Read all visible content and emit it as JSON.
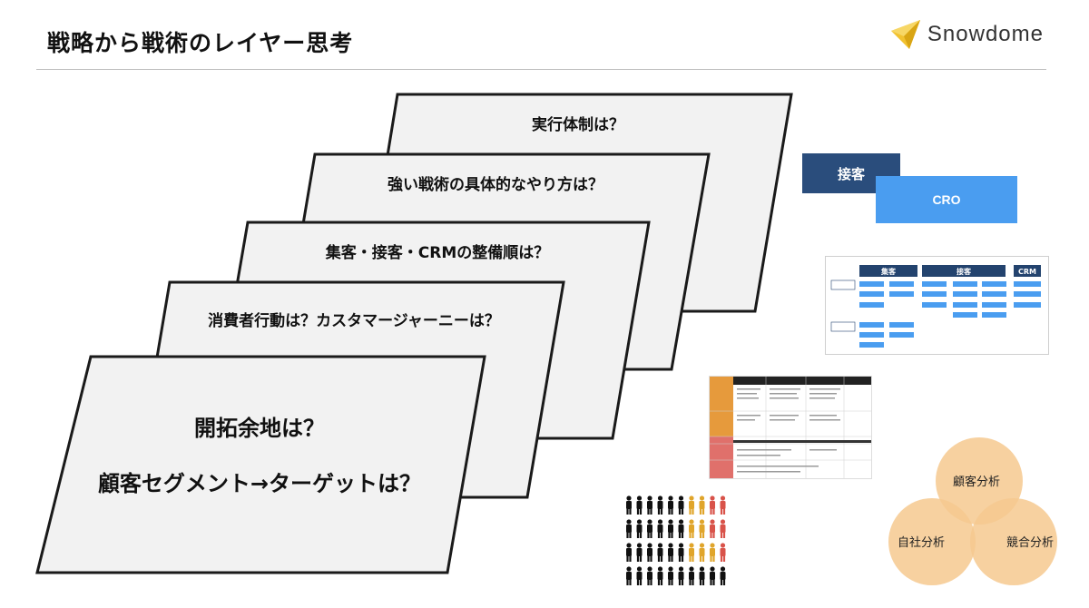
{
  "header": {
    "title": "戦略から戦術のレイヤー思考",
    "brand": "Snowdome"
  },
  "layers": [
    {
      "label": "実行体制は？"
    },
    {
      "label": "強い戦術の具体的なやり方は？"
    },
    {
      "label": "集客・接客・CRMの整備順は？"
    },
    {
      "label": "消費者行動は？カスタマージャーニーは？"
    },
    {
      "label_line1": "開拓余地は？",
      "label_line2": "顧客セグメント→ターゲットは？"
    }
  ],
  "boxes": {
    "dark_label": "接客",
    "light_label": "CRO",
    "dark_color": "#2a4d7c",
    "light_color": "#4a9df0"
  },
  "table_thumb": {
    "headers": [
      "集客",
      "接客",
      "CRM"
    ]
  },
  "venn": {
    "top": "顧客分析",
    "left": "自社分析",
    "right": "競合分析",
    "color": "#f6c98f"
  },
  "people": {
    "colors": [
      "#111111",
      "#e0a52b",
      "#d9534a"
    ]
  }
}
